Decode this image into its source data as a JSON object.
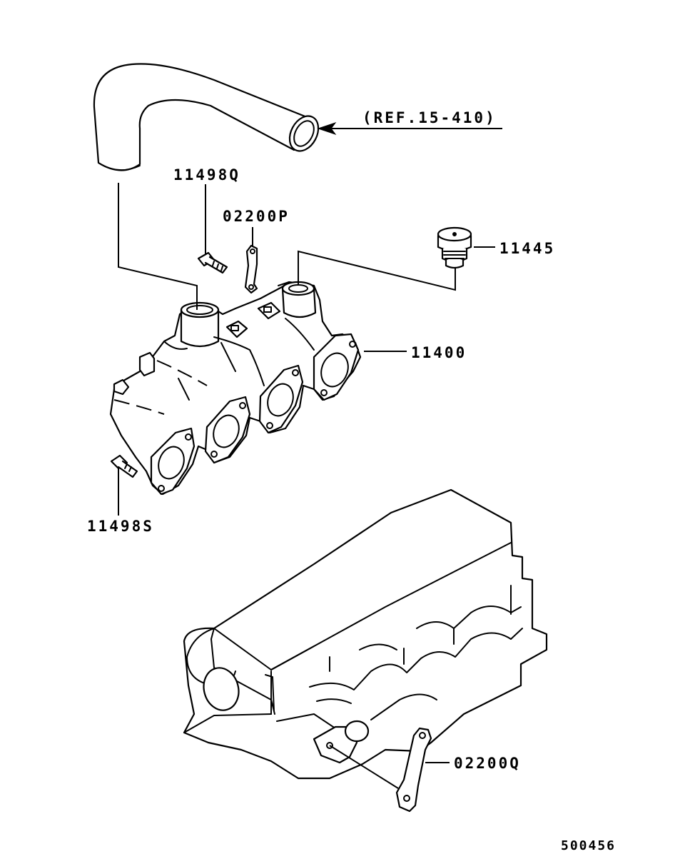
{
  "labels": {
    "ref": "(REF.15-410)",
    "bolt_top": "11498Q",
    "bracket_top": "02200P",
    "plug": "11445",
    "manifold": "11400",
    "bolt_bottom": "11498S",
    "bracket_bottom": "02200Q"
  },
  "diagram_number": "500456"
}
